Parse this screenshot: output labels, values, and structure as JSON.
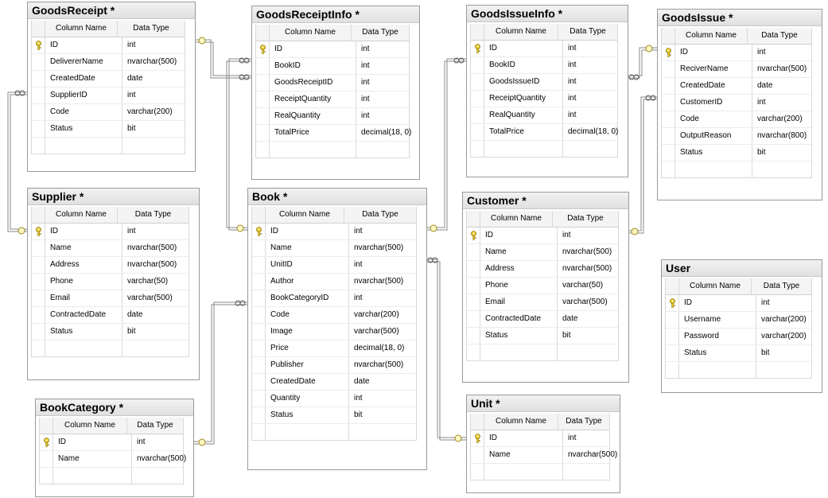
{
  "header": {
    "column_name": "Column Name",
    "data_type": "Data Type"
  },
  "tables": {
    "goodsreceipt": {
      "title": "GoodsReceipt *",
      "rows": [
        {
          "name": "ID",
          "type": "int",
          "pk": true
        },
        {
          "name": "DelivererName",
          "type": "nvarchar(500)"
        },
        {
          "name": "CreatedDate",
          "type": "date"
        },
        {
          "name": "SupplierID",
          "type": "int"
        },
        {
          "name": "Code",
          "type": "varchar(200)"
        },
        {
          "name": "Status",
          "type": "bit"
        }
      ]
    },
    "goodsreceiptinfo": {
      "title": "GoodsReceiptInfo *",
      "rows": [
        {
          "name": "ID",
          "type": "int",
          "pk": true
        },
        {
          "name": "BookID",
          "type": "int"
        },
        {
          "name": "GoodsReceiptID",
          "type": "int"
        },
        {
          "name": "ReceiptQuantity",
          "type": "int"
        },
        {
          "name": "RealQuantity",
          "type": "int"
        },
        {
          "name": "TotalPrice",
          "type": "decimal(18, 0)"
        }
      ]
    },
    "goodsissueinfo": {
      "title": "GoodsIssueInfo *",
      "rows": [
        {
          "name": "ID",
          "type": "int",
          "pk": true
        },
        {
          "name": "BookID",
          "type": "int"
        },
        {
          "name": "GoodsIssueID",
          "type": "int"
        },
        {
          "name": "ReceiptQuantity",
          "type": "int"
        },
        {
          "name": "RealQuantity",
          "type": "int"
        },
        {
          "name": "TotalPrice",
          "type": "decimal(18, 0)"
        }
      ]
    },
    "goodsissue": {
      "title": "GoodsIssue *",
      "rows": [
        {
          "name": "ID",
          "type": "int",
          "pk": true
        },
        {
          "name": "ReciverName",
          "type": "nvarchar(500)"
        },
        {
          "name": "CreatedDate",
          "type": "date"
        },
        {
          "name": "CustomerID",
          "type": "int"
        },
        {
          "name": "Code",
          "type": "varchar(200)"
        },
        {
          "name": "OutputReason",
          "type": "nvarchar(800)"
        },
        {
          "name": "Status",
          "type": "bit"
        }
      ]
    },
    "supplier": {
      "title": "Supplier *",
      "rows": [
        {
          "name": "ID",
          "type": "int",
          "pk": true
        },
        {
          "name": "Name",
          "type": "nvarchar(500)"
        },
        {
          "name": "Address",
          "type": "nvarchar(500)"
        },
        {
          "name": "Phone",
          "type": "varchar(50)"
        },
        {
          "name": "Email",
          "type": "varchar(500)"
        },
        {
          "name": "ContractedDate",
          "type": "date"
        },
        {
          "name": "Status",
          "type": "bit"
        }
      ]
    },
    "book": {
      "title": "Book *",
      "rows": [
        {
          "name": "ID",
          "type": "int",
          "pk": true
        },
        {
          "name": "Name",
          "type": "nvarchar(500)"
        },
        {
          "name": "UnitID",
          "type": "int"
        },
        {
          "name": "Author",
          "type": "nvarchar(500)"
        },
        {
          "name": "BookCategoryID",
          "type": "int"
        },
        {
          "name": "Code",
          "type": "varchar(200)"
        },
        {
          "name": "Image",
          "type": "varchar(500)"
        },
        {
          "name": "Price",
          "type": "decimal(18, 0)"
        },
        {
          "name": "Publisher",
          "type": "nvarchar(500)"
        },
        {
          "name": "CreatedDate",
          "type": "date"
        },
        {
          "name": "Quantity",
          "type": "int"
        },
        {
          "name": "Status",
          "type": "bit"
        }
      ]
    },
    "customer": {
      "title": "Customer *",
      "rows": [
        {
          "name": "ID",
          "type": "int",
          "pk": true
        },
        {
          "name": "Name",
          "type": "nvarchar(500)"
        },
        {
          "name": "Address",
          "type": "nvarchar(500)"
        },
        {
          "name": "Phone",
          "type": "varchar(50)"
        },
        {
          "name": "Email",
          "type": "varchar(500)"
        },
        {
          "name": "ContractedDate",
          "type": "date"
        },
        {
          "name": "Status",
          "type": "bit"
        }
      ]
    },
    "user": {
      "title": "User",
      "rows": [
        {
          "name": "ID",
          "type": "int",
          "pk": true
        },
        {
          "name": "Username",
          "type": "varchar(200)"
        },
        {
          "name": "Password",
          "type": "varchar(200)"
        },
        {
          "name": "Status",
          "type": "bit"
        }
      ]
    },
    "bookcategory": {
      "title": "BookCategory *",
      "rows": [
        {
          "name": "ID",
          "type": "int",
          "pk": true
        },
        {
          "name": "Name",
          "type": "nvarchar(500)"
        }
      ]
    },
    "unit": {
      "title": "Unit *",
      "rows": [
        {
          "name": "ID",
          "type": "int",
          "pk": true
        },
        {
          "name": "Name",
          "type": "nvarchar(500)"
        }
      ]
    }
  },
  "colors": {
    "line": "#909090",
    "key": "#e8c81a",
    "border": "#9a9a9a"
  }
}
